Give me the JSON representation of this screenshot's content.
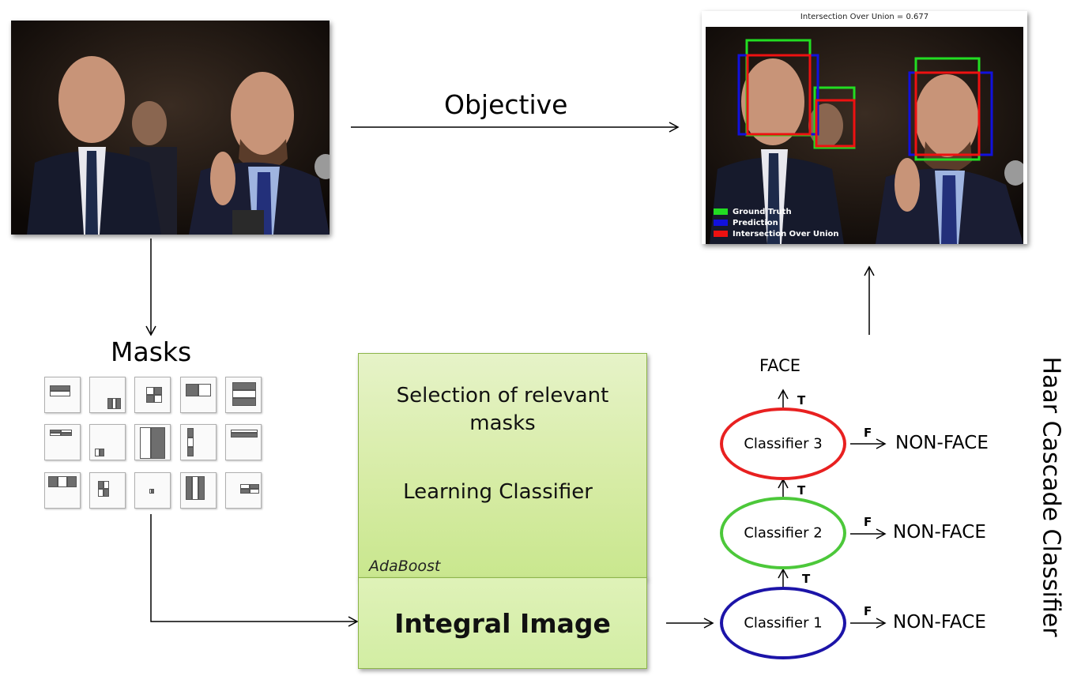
{
  "labels": {
    "objective": "Objective",
    "masks": "Masks",
    "selection": "Selection of relevant\nmasks",
    "learning": "Learning Classifier",
    "adaboost": "AdaBoost",
    "integral": "Integral Image",
    "face": "FACE",
    "haar": "Haar Cascade Classifier"
  },
  "result_image": {
    "title": "Intersection Over Union = 0.677",
    "legend": [
      {
        "label": "Ground Truth",
        "color": "#22dd22"
      },
      {
        "label": "Prediction",
        "color": "#1111dd"
      },
      {
        "label": "Intersection Over Union",
        "color": "#ee1111"
      }
    ]
  },
  "classifiers": [
    {
      "label": "Classifier 3",
      "color": "#e82020",
      "true_label": "T",
      "false_label": "F",
      "reject_label": "NON-FACE"
    },
    {
      "label": "Classifier 2",
      "color": "#4cc83a",
      "true_label": "T",
      "false_label": "F",
      "reject_label": "NON-FACE"
    },
    {
      "label": "Classifier 1",
      "color": "#1c14a8",
      "true_label": "T",
      "false_label": "F",
      "reject_label": "NON-FACE"
    }
  ]
}
